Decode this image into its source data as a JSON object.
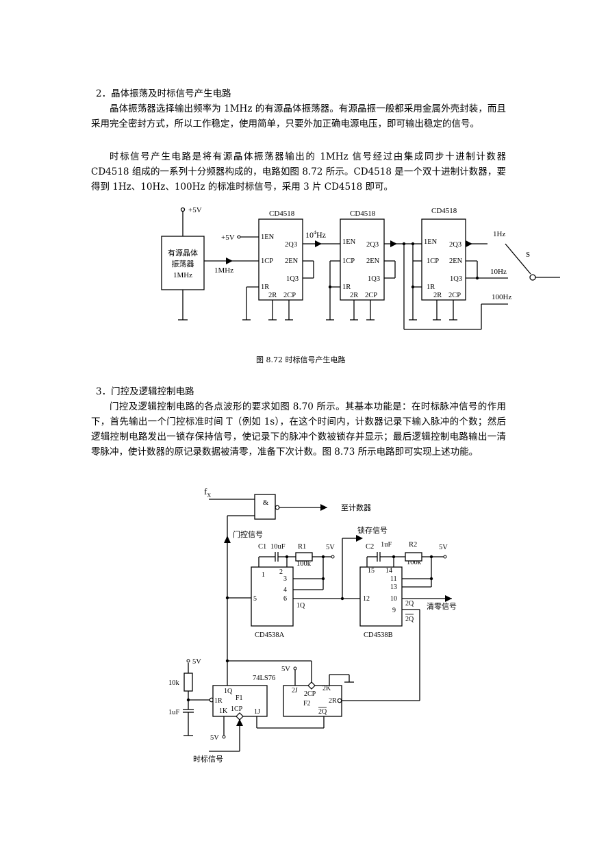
{
  "section2": {
    "heading": "2．晶体振荡及时标信号产生电路",
    "p1": "晶体振荡器选择输出频率为  1MHz  的有源晶体振荡器。有源晶振一般都采用金属外壳封装，而且采用完全密封方式，所以工作稳定，使用简单，只要外加正确电源电压，即可输出稳定的信号。",
    "p2": "时标信号产生电路是将有源晶体振荡器输出的  1MHz  信号经过由集成同步十进制计数器 CD4518 组成的一系列十分频器构成的，电路如图 8.72 所示。CD4518 是一个双十进制计数器，要得到 1Hz、10Hz、100Hz 的标准时标信号，采用 3 片 CD4518 即可。"
  },
  "fig72": {
    "caption": "图 8.72    时标信号产生电路",
    "vcc": "+5V",
    "osc_line1": "有源晶体",
    "osc_line2": "振荡器",
    "osc_line3": "1MHz",
    "osc_out": "1MHz",
    "chip": "CD4518",
    "en_vcc": "+5V",
    "pin_1en": "1EN",
    "pin_1cp": "1CP",
    "pin_1r": "1R",
    "pin_2q3": "2Q3",
    "pin_2en": "2EN",
    "pin_1q3": "1Q3",
    "pin_2r": "2R",
    "pin_2cp": "2CP",
    "freq_10k_base": "10",
    "freq_10k_exp": "4",
    "freq_10k_unit": "Hz",
    "out_1hz": "1Hz",
    "out_10hz": "10Hz",
    "out_100hz": "100Hz",
    "switch": "S"
  },
  "section3": {
    "heading": "3．门控及逻辑控制电路",
    "p1": "门控及逻辑控制电路的各点波形的要求如图 8.70 所示。其基本功能是：在时标脉冲信号的作用下，首先输出一个门控标准时间 T（例如 1s），在这个时间内，计数器记录下输入脉冲的个数；然后逻辑控制电路发出一锁存保持信号，使记录下的脉冲个数被锁存并显示；最后逻辑控制电路输出一清零脉冲，使计数器的原记录数据被清零，准备下次计数。图 8.73 所示电路即可实现上述功能。"
  },
  "fig73": {
    "fx": "f",
    "fx_sub": "X",
    "and_sym": "&",
    "to_counter": "至计数器",
    "gate_signal": "门控信号",
    "latch_signal": "锁存信号",
    "clear_signal": "清零信号",
    "c1": "C1",
    "c1_val": "10uF",
    "r1": "R1",
    "r1_val": "100k",
    "v5": "5V",
    "c2": "C2",
    "c2_val": "1uF",
    "r2": "R2",
    "r2_val": "100k",
    "chip_a": "CD4538A",
    "chip_b": "CD4538B",
    "a_pin1": "1",
    "a_pin2": "2",
    "a_pin3": "3",
    "a_pin4": "4",
    "a_pin5": "5",
    "a_pin6": "6",
    "a_1q": "1Q",
    "b_pin15": "15",
    "b_pin14": "14",
    "b_pin11": "11",
    "b_pin13": "13",
    "b_pin12": "12",
    "b_pin10": "10",
    "b_pin9": "9",
    "b_2q": "2Q",
    "b_2qbar": "2Q",
    "ff_chip": "74LS76",
    "r_10k": "10k",
    "c_1uf": "1uF",
    "f1": "F1",
    "f1_1q": "1Q",
    "f1_1r": "1R",
    "f1_1k": "1K",
    "f1_1cp": "1CP",
    "f1_1j": "1J",
    "f2": "F2",
    "f2_2j": "2J",
    "f2_2cp": "2CP",
    "f2_2k": "2K",
    "f2_2r": "2R",
    "f2_2qbar": "2Q",
    "clock_signal": "时标信号"
  }
}
